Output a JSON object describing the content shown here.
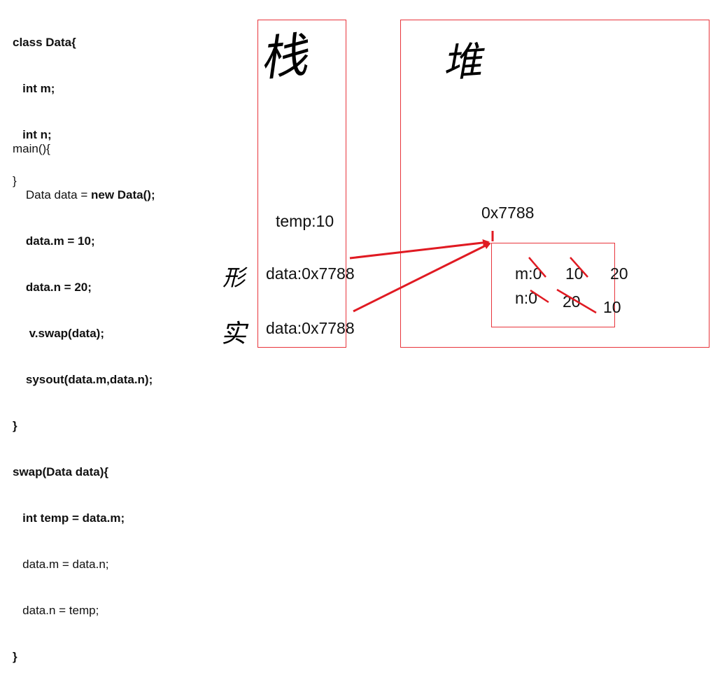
{
  "code": {
    "class_block": [
      "class Data{",
      "   int m;",
      "   int n;",
      "}"
    ],
    "main_block": [
      "main(){",
      "    Data data = ",
      "new Data();",
      "    data.m = 10;",
      "    data.n = 20;",
      "     v.swap(data);",
      "    sysout(data.m,data.n);",
      "}",
      "swap(Data data){",
      "   int temp = data.m;",
      "   data.m = data.n;",
      "   data.n = temp;",
      "}"
    ]
  },
  "stack": {
    "title": "栈",
    "temp": "temp:10",
    "formal_mark": "形",
    "formal_value": "data:0x7788",
    "actual_mark": "实",
    "actual_value": "data:0x7788"
  },
  "heap": {
    "title": "堆",
    "address": "0x7788",
    "m_label": "m:0",
    "m_v1": "10",
    "m_v2": "20",
    "n_label": "n:0",
    "n_v1": "20",
    "n_v2": "10"
  },
  "colors": {
    "accent": "#e8343b",
    "arrow": "#e01a22"
  }
}
